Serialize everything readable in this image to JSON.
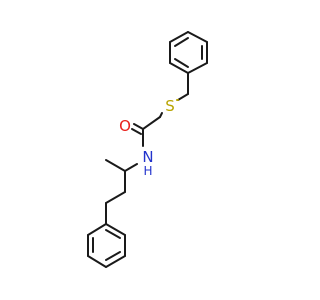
{
  "atoms": {
    "oxygen": {
      "symbol": "O",
      "color": "#e8201c"
    },
    "sulfur": {
      "symbol": "S",
      "color": "#b8a400"
    },
    "nitrogen": {
      "symbol": "N",
      "color": "#2233cc"
    },
    "hydrogen": {
      "symbol": "H",
      "color": "#2233cc"
    }
  },
  "colors": {
    "bond": "#1a1a1a",
    "background": "#ffffff"
  }
}
